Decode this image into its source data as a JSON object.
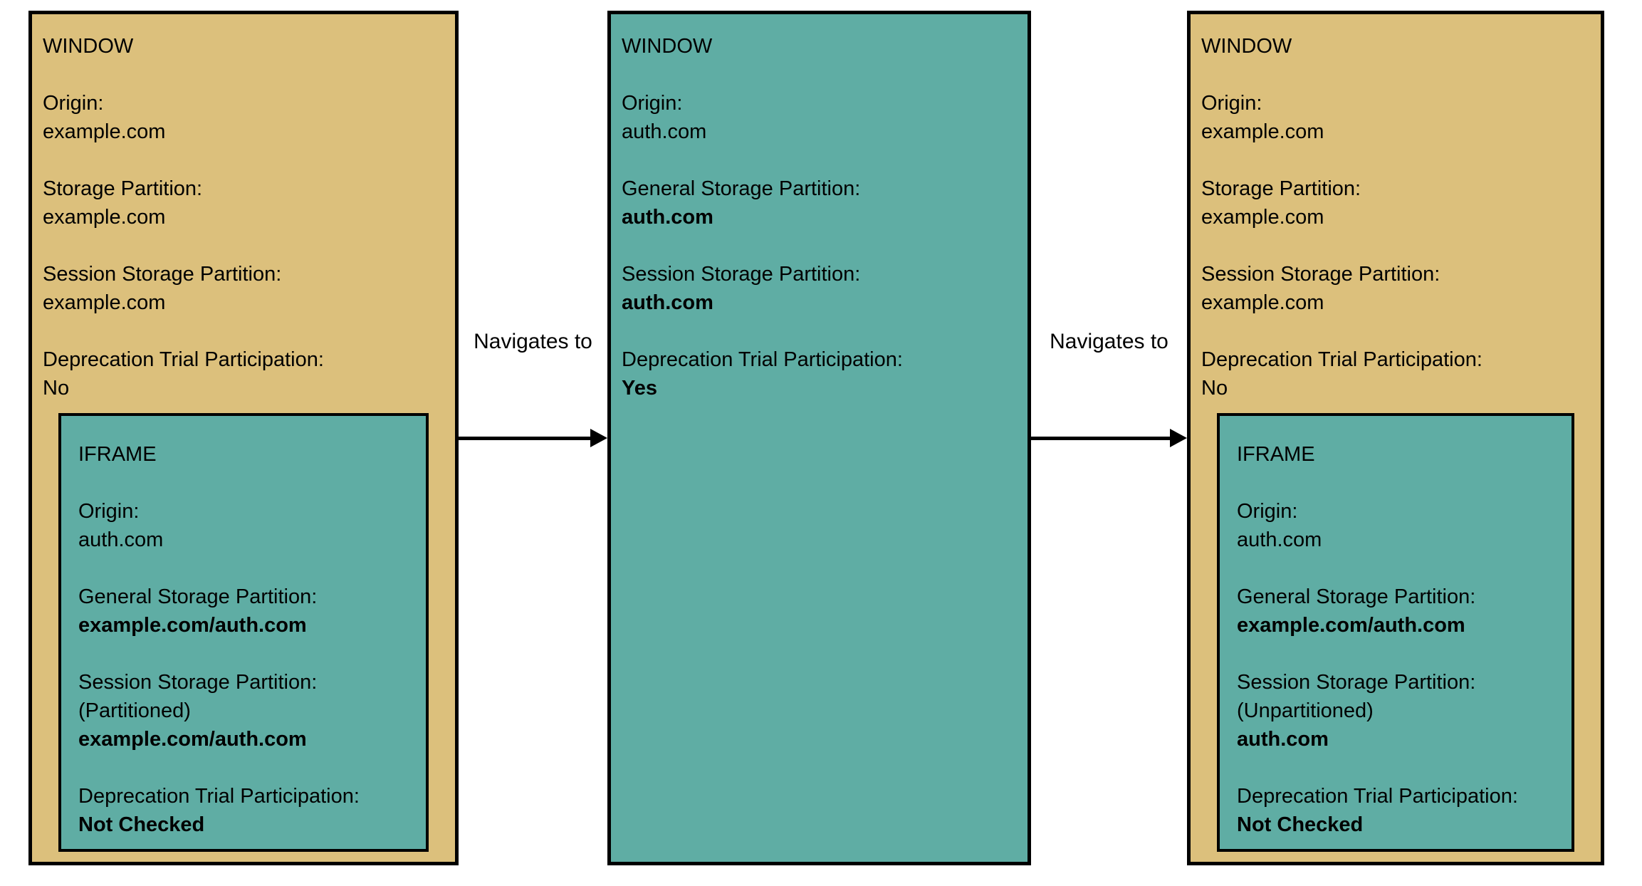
{
  "diagram": {
    "background": "#ffffff",
    "colors": {
      "window_fill": "#DCC07C",
      "iframe_fill": "#5FADA4",
      "border": "#000000",
      "text": "#000000"
    },
    "boxes": [
      {
        "title": "WINDOW",
        "fields": [
          {
            "label": "Origin:",
            "value": "example.com"
          },
          {
            "label": "Storage Partition:",
            "value": "example.com"
          },
          {
            "label": "Session Storage Partition:",
            "value": "example.com"
          },
          {
            "label": "Deprecation Trial Participation:",
            "value": "No"
          }
        ],
        "iframe": {
          "title": "IFRAME",
          "fields": [
            {
              "label": "Origin:",
              "value": "auth.com"
            },
            {
              "label": "General Storage Partition:",
              "value": "example.com/auth.com"
            },
            {
              "label": "Session Storage Partition:",
              "note": "(Partitioned)",
              "value": "example.com/auth.com"
            },
            {
              "label": "Deprecation Trial Participation:",
              "value": "Not Checked"
            }
          ]
        }
      },
      {
        "title": "WINDOW",
        "fields": [
          {
            "label": "Origin:",
            "value": "auth.com"
          },
          {
            "label": "General Storage Partition:",
            "value": "auth.com"
          },
          {
            "label": "Session Storage Partition:",
            "value": "auth.com"
          },
          {
            "label": "Deprecation Trial Participation:",
            "value": "Yes"
          }
        ]
      },
      {
        "title": "WINDOW",
        "fields": [
          {
            "label": "Origin:",
            "value": "example.com"
          },
          {
            "label": "Storage Partition:",
            "value": "example.com"
          },
          {
            "label": "Session Storage Partition:",
            "value": "example.com"
          },
          {
            "label": "Deprecation Trial Participation:",
            "value": "No"
          }
        ],
        "iframe": {
          "title": "IFRAME",
          "fields": [
            {
              "label": "Origin:",
              "value": "auth.com"
            },
            {
              "label": "General Storage Partition:",
              "value": "example.com/auth.com"
            },
            {
              "label": "Session Storage Partition:",
              "note": "(Unpartitioned)",
              "value": "auth.com"
            },
            {
              "label": "Deprecation Trial Participation:",
              "value": "Not Checked"
            }
          ]
        }
      }
    ],
    "arrows": [
      {
        "label": "Navigates to"
      },
      {
        "label": "Navigates to"
      }
    ]
  }
}
